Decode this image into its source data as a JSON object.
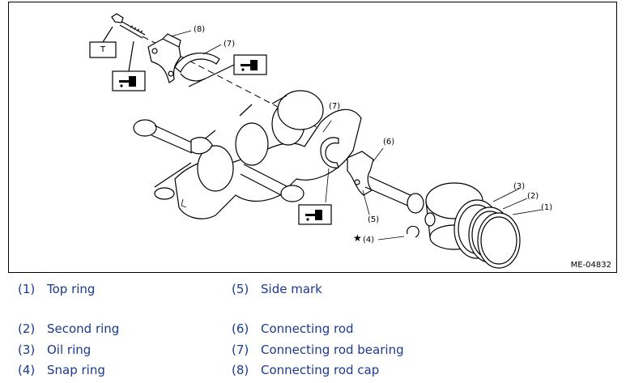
{
  "figure": {
    "id": "ME-04832",
    "callouts": {
      "c1": "(1)",
      "c2": "(2)",
      "c3": "(3)",
      "c4": "(4)",
      "c5": "(5)",
      "c6": "(6)",
      "c7a": "(7)",
      "c7b": "(7)",
      "c8": "(8)"
    },
    "torque_box": "T",
    "star": "★"
  },
  "legend": [
    {
      "num": "(1)",
      "text": "Top ring"
    },
    {
      "num": "(5)",
      "text": "Side mark"
    },
    {
      "num": "(2)",
      "text": "Second ring"
    },
    {
      "num": "(6)",
      "text": "Connecting rod"
    },
    {
      "num": "(3)",
      "text": "Oil ring"
    },
    {
      "num": "(7)",
      "text": "Connecting rod bearing"
    },
    {
      "num": "(4)",
      "text": "Snap ring"
    },
    {
      "num": "(8)",
      "text": "Connecting rod cap"
    }
  ],
  "colors": {
    "legend_text": "#1a3a8f",
    "line": "#000000"
  },
  "icons": [
    "oil-can-icon",
    "oil-can-icon",
    "oil-can-icon"
  ]
}
